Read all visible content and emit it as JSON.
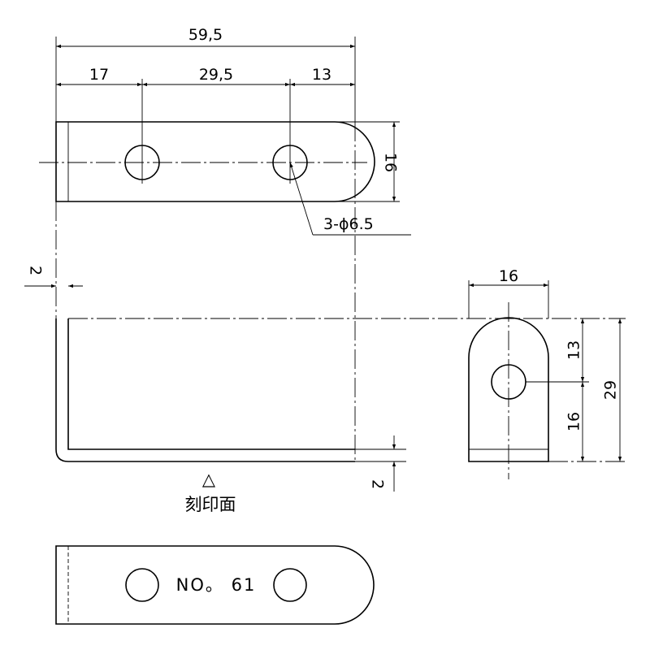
{
  "dimensions": {
    "overall_length": "59,5",
    "left_to_hole1": "17",
    "hole_pitch": "29,5",
    "hole2_to_end": "13",
    "top_width": "16",
    "hole_callout": "3-ϕ6.5",
    "thickness_left": "2",
    "thickness_bottom": "2",
    "side_width": "16",
    "side_hole_to_top": "13",
    "side_hole_to_base": "16",
    "side_height": "29"
  },
  "marking": {
    "symbol": "△",
    "label": "刻印面"
  },
  "part_number": "NO。 61"
}
